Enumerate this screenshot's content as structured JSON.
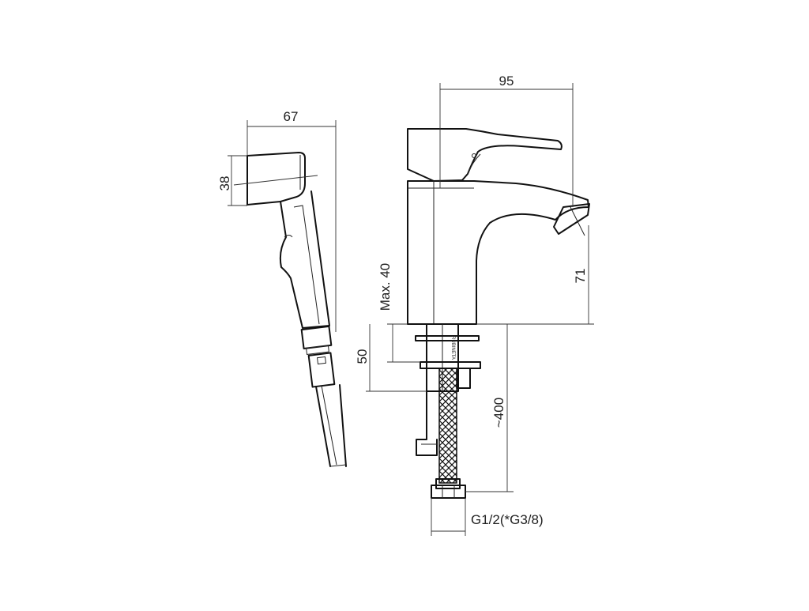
{
  "drawing": {
    "hand_shower": {
      "width_label": "67",
      "head_height_label": "38"
    },
    "faucet": {
      "width_label": "95",
      "spout_height_label": "71",
      "max_deck_label": "Max. 40",
      "shank_label": "50",
      "hose_length_label": "~400",
      "thread_label": "G1/2(*G3/8)",
      "brand_mark": "RUBINETA"
    },
    "line_color": "#111111"
  }
}
